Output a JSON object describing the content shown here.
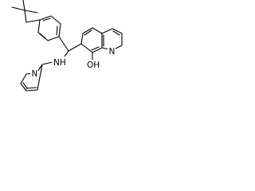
{
  "molecule": {
    "labels": {
      "amine": "NH",
      "pyridine_nitrogen": "N",
      "quinoline_nitrogen": "N",
      "hydroxyl": "OH"
    }
  }
}
